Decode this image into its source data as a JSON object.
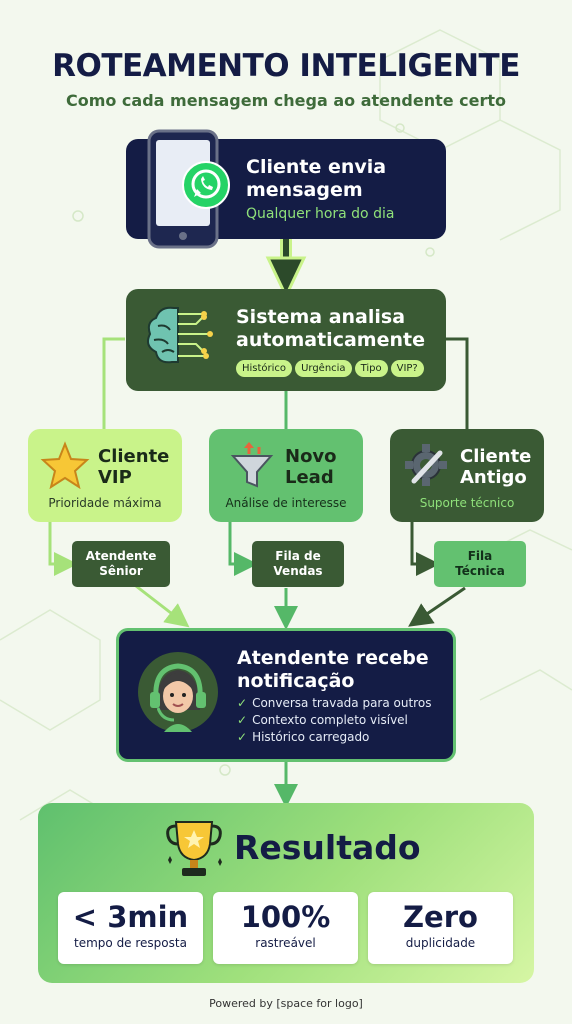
{
  "header": {
    "title": "ROTEAMENTO INTELIGENTE",
    "subtitle": "Como cada mensagem chega ao atendente certo"
  },
  "step1": {
    "title_line1": "Cliente envia",
    "title_line2": "mensagem",
    "subtitle": "Qualquer hora do dia",
    "icons": [
      "smartphone-icon",
      "whatsapp-icon"
    ]
  },
  "step2": {
    "title_line1": "Sistema analisa",
    "title_line2": "automaticamente",
    "chips": [
      "Histórico",
      "Urgência",
      "Tipo",
      "VIP?"
    ],
    "icon": "brain-circuit-icon"
  },
  "branches": [
    {
      "title_line1": "Cliente",
      "title_line2": "VIP",
      "desc": "Prioridade máxima",
      "target_line1": "Atendente",
      "target_line2": "Sênior",
      "icon": "star-icon"
    },
    {
      "title_line1": "Novo",
      "title_line2": "Lead",
      "desc": "Análise de interesse",
      "target_line1": "Fila de",
      "target_line2": "Vendas",
      "icon": "funnel-icon"
    },
    {
      "title_line1": "Cliente",
      "title_line2": "Antigo",
      "desc": "Suporte técnico",
      "target_line1": "Fila",
      "target_line2": "Técnica",
      "icon": "gear-wrench-icon"
    }
  ],
  "step4": {
    "title_line1": "Atendente recebe",
    "title_line2": "notificação",
    "checks": [
      "Conversa travada para outros",
      "Contexto completo visível",
      "Histórico carregado"
    ],
    "icon": "agent-headset-icon"
  },
  "result": {
    "title": "Resultado",
    "icon": "trophy-icon",
    "stats": [
      {
        "value": "< 3min",
        "label": "tempo de resposta"
      },
      {
        "value": "100%",
        "label": "rastreável"
      },
      {
        "value": "Zero",
        "label": "duplicidade"
      }
    ]
  },
  "footer": "Powered by [space for logo]",
  "colors": {
    "navy": "#141c45",
    "dark_green": "#3a5a34",
    "light_green": "#c9f38a",
    "mid_green": "#63c170",
    "accent_text": "#8fe17a"
  }
}
